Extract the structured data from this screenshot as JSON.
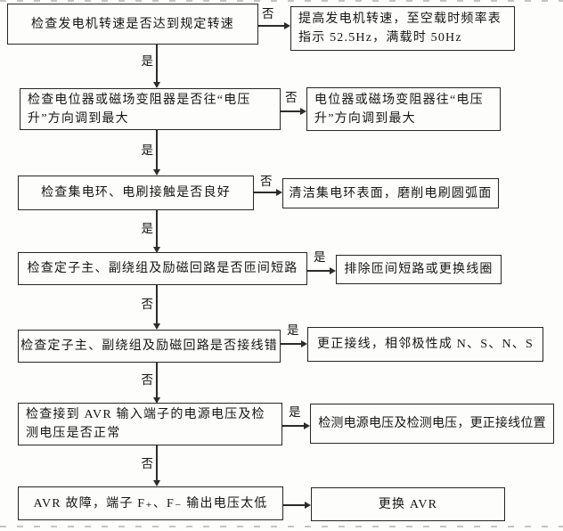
{
  "flowchart": {
    "description": "AVR / generator voltage troubleshooting flowchart",
    "ink_color": "#262626",
    "background_color": "#fdfdfb",
    "yes_label": "是",
    "no_label": "否",
    "rows": [
      {
        "check": "检查发电机转速是否达到规定转速",
        "branch": "否",
        "action": "提高发电机转速，至空载时频率表指示 52.5Hz，满载时 50Hz",
        "next": "是"
      },
      {
        "check": "检查电位器或磁场变阻器是否往“电压升”方向调到最大",
        "branch": "否",
        "action": "电位器或磁场变阻器往“电压升”方向调到最大",
        "next": "是"
      },
      {
        "check": "检查集电环、电刷接触是否良好",
        "branch": "否",
        "action": "清洁集电环表面，磨削电刷圆弧面",
        "next": "是"
      },
      {
        "check": "检查定子主、副绕组及励磁回路是否匝间短路",
        "branch": "是",
        "action": "排除匝间短路或更换线圈",
        "next": "否"
      },
      {
        "check": "检查定子主、副绕组及励磁回路是否接线错",
        "branch": "是",
        "action": "更正接线，相邻极性成 N、S、N、S",
        "next": "否"
      },
      {
        "check": "检查接到 AVR 输入端子的电源电压及检测电压是否正常",
        "branch": "是",
        "action": "检测电源电压及检测电压，更正接线位置",
        "next": "否"
      },
      {
        "check": "AVR 故障，端子 F₊、F₋ 输出电压太低",
        "branch": "",
        "action": "更换 AVR",
        "next": ""
      }
    ]
  }
}
